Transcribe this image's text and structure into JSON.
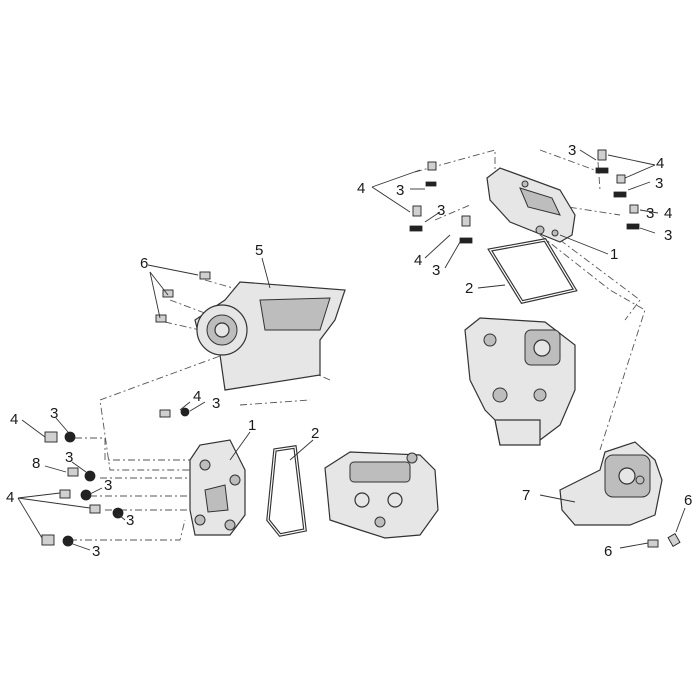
{
  "callouts": {
    "top_right": [
      "4",
      "3",
      "3",
      "4",
      "3",
      "3",
      "4",
      "3",
      "3",
      "4",
      "3",
      "1",
      "2"
    ],
    "middle_left": [
      "6",
      "5",
      "4",
      "3"
    ],
    "left_cover": [
      "4",
      "3",
      "1",
      "2",
      "8",
      "3",
      "3",
      "4",
      "3",
      "3"
    ],
    "right_bottom": [
      "7",
      "6",
      "6"
    ]
  }
}
